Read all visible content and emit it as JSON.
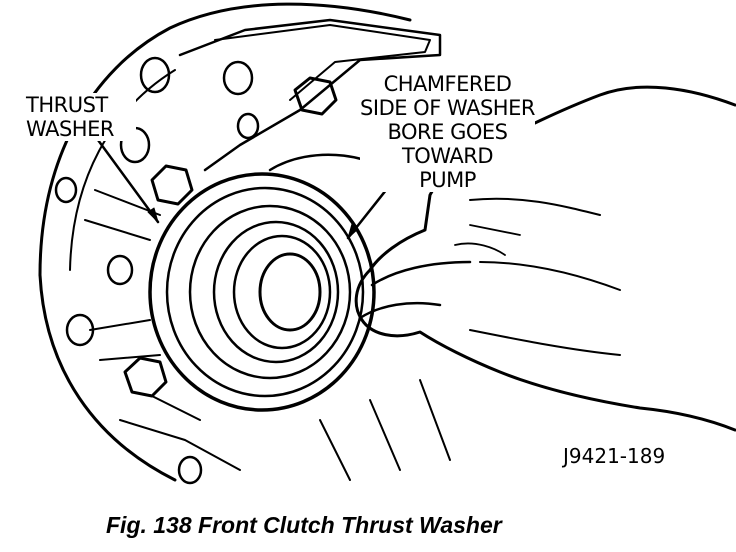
{
  "labels": {
    "thrust_washer": [
      "THRUST",
      "WASHER"
    ],
    "chamfered_side": [
      "CHAMFERED",
      "SIDE OF WASHER",
      "BORE GOES",
      "TOWARD",
      "PUMP"
    ]
  },
  "part_number": "J9421-189",
  "caption": "Fig. 138 Front Clutch Thrust Washer",
  "colors": {
    "ink": "#000000",
    "paper": "#ffffff"
  }
}
